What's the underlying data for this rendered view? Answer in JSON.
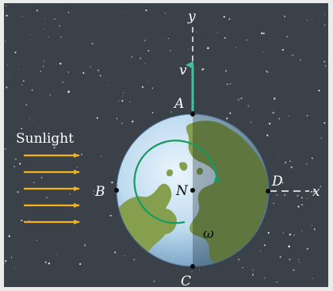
{
  "figure": {
    "sunlight_label": "Sunlight",
    "axis_x_label": "x",
    "axis_y_label": "y",
    "velocity_label": "v",
    "omega_label": "ω",
    "point_labels": {
      "A": "A",
      "B": "B",
      "C": "C",
      "D": "D",
      "N": "N"
    }
  },
  "colors": {
    "space": "#3b4148",
    "frame": "#e9ece9",
    "sunlight_arrow": "#f0b418",
    "velocity_arrow": "#3fc49a",
    "rotation_arrow": "#159a5f",
    "ocean_day": "#a9cde8",
    "land": "#7f9a45",
    "night_shade": "#1d2a36"
  }
}
